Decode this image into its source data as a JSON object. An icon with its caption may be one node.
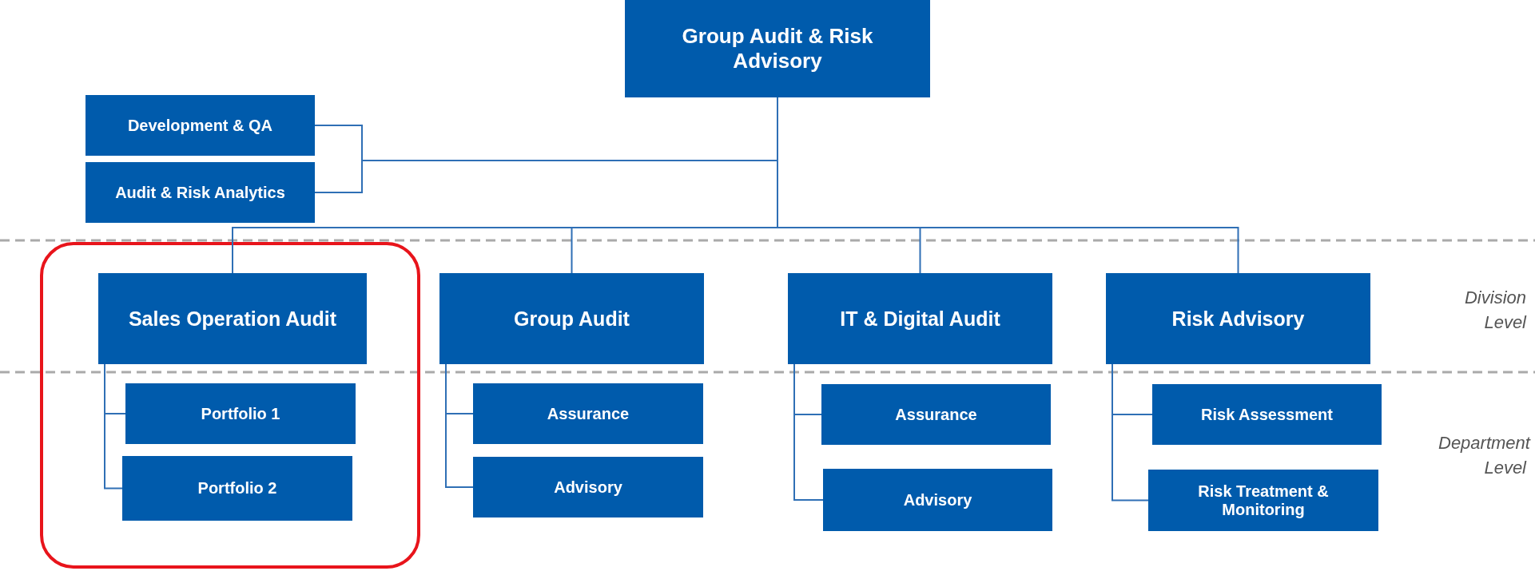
{
  "diagram": {
    "nodes": [
      {
        "text": [
          "Group Audit & Risk Advisory"
        ]
      },
      {
        "text": [
          "Development & QA"
        ]
      },
      {
        "text": [
          "Audit & Risk Analytics"
        ]
      },
      {
        "text": [
          "Sales Operation Audit"
        ]
      },
      {
        "text": [
          "Portfolio 1"
        ]
      },
      {
        "text": [
          "Portfolio 2"
        ]
      },
      {
        "text": [
          "Group Audit"
        ]
      },
      {
        "text": [
          "Assurance"
        ]
      },
      {
        "text": [
          "Advisory"
        ]
      },
      {
        "text": [
          "IT & Digital Audit"
        ]
      },
      {
        "text": [
          "Assurance"
        ]
      },
      {
        "text": [
          "Advisory"
        ]
      },
      {
        "text": [
          "Risk Advisory"
        ]
      },
      {
        "text": [
          "Risk Assessment"
        ]
      },
      {
        "text": [
          "Risk Treatment & Monitoring"
        ]
      }
    ],
    "edges": [
      {
        "from": 0,
        "to": 1,
        "arrow": "none"
      },
      {
        "from": 0,
        "to": 2,
        "arrow": "none"
      },
      {
        "from": 0,
        "to": 3,
        "arrow": "none"
      },
      {
        "from": 0,
        "to": 6,
        "arrow": "none"
      },
      {
        "from": 0,
        "to": 9,
        "arrow": "none"
      },
      {
        "from": 0,
        "to": 12,
        "arrow": "none"
      },
      {
        "from": 3,
        "to": 4,
        "arrow": "none"
      },
      {
        "from": 3,
        "to": 5,
        "arrow": "none"
      },
      {
        "from": 6,
        "to": 7,
        "arrow": "none"
      },
      {
        "from": 6,
        "to": 8,
        "arrow": "none"
      },
      {
        "from": 9,
        "to": 10,
        "arrow": "none"
      },
      {
        "from": 9,
        "to": 11,
        "arrow": "none"
      },
      {
        "from": 12,
        "to": 13,
        "arrow": "none"
      },
      {
        "from": 12,
        "to": 14,
        "arrow": "none"
      }
    ],
    "labels": [
      "Division Level",
      "Department Level"
    ]
  }
}
